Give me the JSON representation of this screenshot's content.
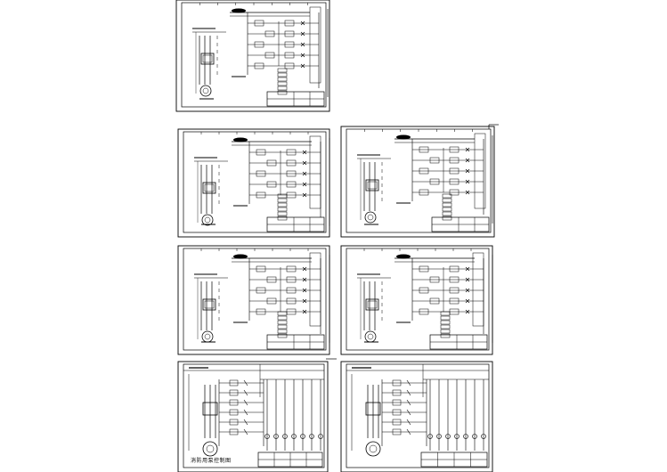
{
  "viewer": {
    "background": "#ffffff",
    "line_color": "#000000"
  },
  "sheets": [
    {
      "id": "sheet-1",
      "variant": "schematic"
    },
    {
      "id": "sheet-2",
      "variant": "schematic"
    },
    {
      "id": "sheet-3",
      "variant": "schematic"
    },
    {
      "id": "sheet-4",
      "variant": "schematic"
    },
    {
      "id": "sheet-5",
      "variant": "schematic"
    },
    {
      "id": "sheet-6",
      "variant": "control"
    },
    {
      "id": "sheet-7",
      "variant": "control"
    }
  ],
  "captions": {
    "sheet_6_title": "消防用泵控制图"
  }
}
